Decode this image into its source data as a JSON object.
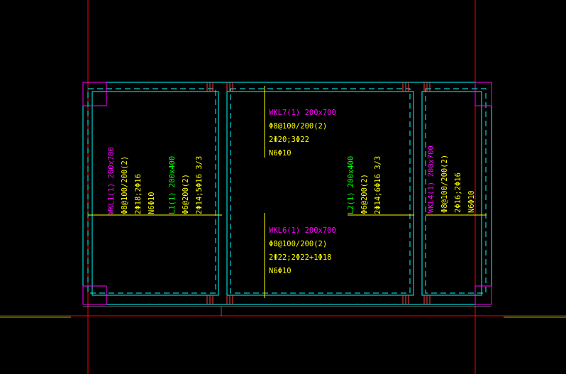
{
  "colors": {
    "background": "#000000",
    "axis": "#ff0000",
    "wall": "#00ffff",
    "beam_label": "#ff00ff",
    "rebar_text": "#ffff00",
    "secondary_beam": "#00ff00",
    "column": "#ff00ff",
    "axis_green": "#00ff00"
  },
  "beams": {
    "wkl7": {
      "name": "WKL7(1) 200x700",
      "stirrup": "Φ8@100/200(2)",
      "rebar": "2Φ20;3Φ22",
      "side": "N6Φ10"
    },
    "wkl6": {
      "name": "WKL6(1) 200x700",
      "stirrup": "Φ8@100/200(2)",
      "rebar": "2Φ22;2Φ22+1Φ18",
      "side": "N6Φ10"
    },
    "wkl1": {
      "name": "WKL1(1) 200x700",
      "stirrup": "Φ8@100/200(2)",
      "rebar": "2Φ18;2Φ16",
      "side": "N6Φ10"
    },
    "l1": {
      "name": "L1(1) 200x400",
      "stirrup": "Φ6@200(2)",
      "rebar": "2Φ14;5Φ16 3/3"
    },
    "l2": {
      "name": "L2(1) 200x400",
      "stirrup": "Φ6@200(2)",
      "rebar": "2Φ14;6Φ16 3/3"
    },
    "wkl4": {
      "name": "WKL4(1) 200x700",
      "stirrup": "Φ8@100/200(2)",
      "rebar": "2Φ16;2Φ16",
      "side": "N6Φ10"
    }
  }
}
